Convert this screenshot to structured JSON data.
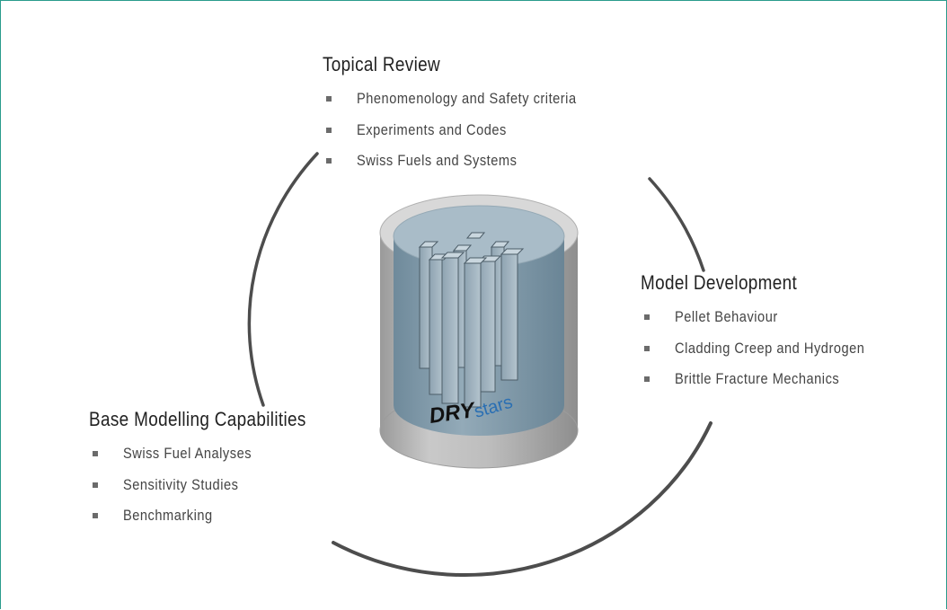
{
  "sections": {
    "topical_review": {
      "title": "Topical Review",
      "items": [
        "Phenomenology and Safety criteria",
        "Experiments and Codes",
        "Swiss Fuels and Systems"
      ]
    },
    "model_development": {
      "title": "Model Development",
      "items": [
        "Pellet Behaviour",
        "Cladding Creep and Hydrogen",
        "Brittle Fracture Mechanics"
      ]
    },
    "base_modelling": {
      "title": "Base Modelling Capabilities",
      "items": [
        "Swiss Fuel Analyses",
        "Sensitivity Studies",
        "Benchmarking"
      ]
    }
  },
  "logo": {
    "part1": "DRY",
    "part2": "stars"
  },
  "colors": {
    "frame_border": "#2a9c8c",
    "arc": "#4d4d4d",
    "logo_dark": "#111111",
    "logo_blue": "#2a6fb3",
    "cylinder_outer": "#bdbdbd",
    "water": "#7f98a8",
    "rods": "#9fb1bd"
  }
}
